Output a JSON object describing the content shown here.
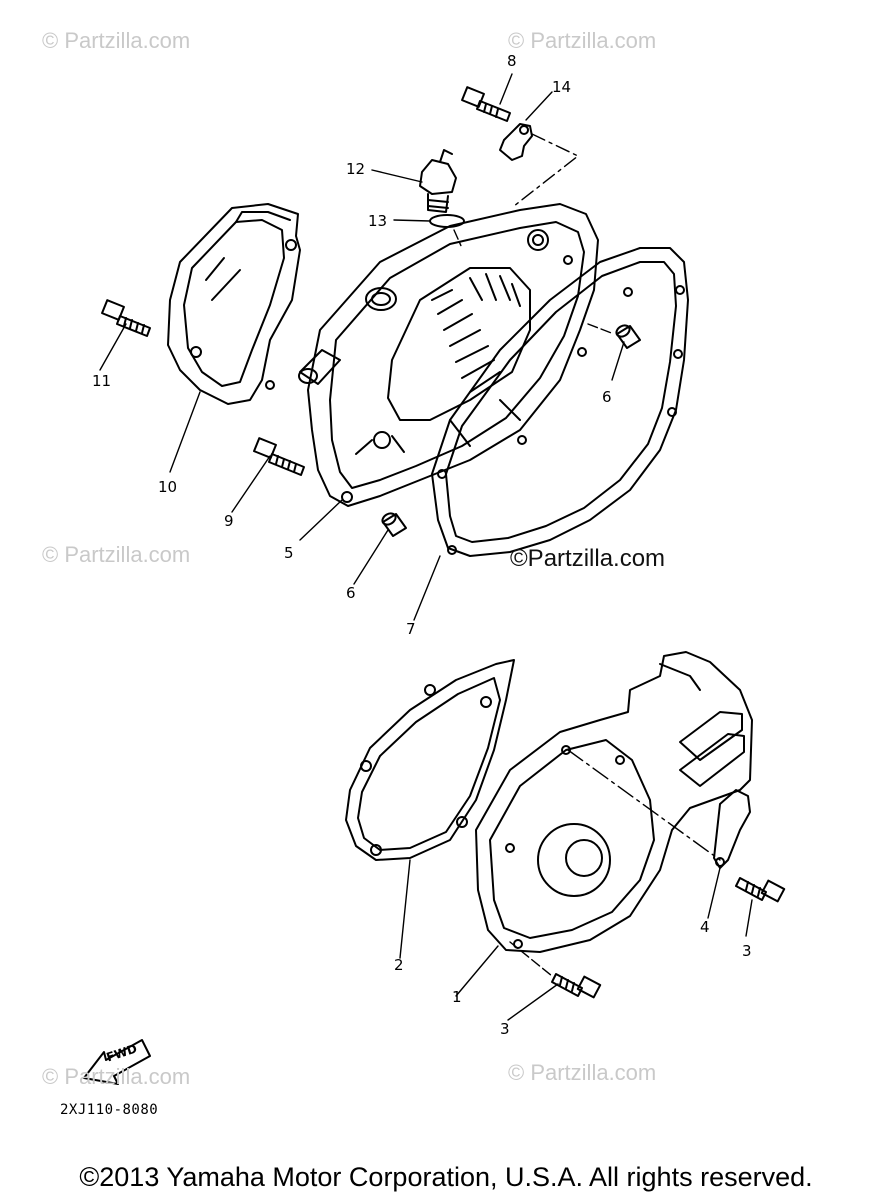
{
  "watermarks": {
    "text": "© Partzilla.com",
    "main": "©Partzilla.com"
  },
  "callouts": {
    "c1": "1",
    "c2": "2",
    "c3a": "3",
    "c3b": "3",
    "c4": "4",
    "c5": "5",
    "c6a": "6",
    "c6b": "6",
    "c7": "7",
    "c8": "8",
    "c9": "9",
    "c10": "10",
    "c11": "11",
    "c12": "12",
    "c13": "13",
    "c14": "14"
  },
  "fwd_label": "FWD",
  "diagram_code": "2XJ110-8080",
  "copyright": "©2013  Yamaha Motor Corporation, U.S.A. All rights reserved."
}
